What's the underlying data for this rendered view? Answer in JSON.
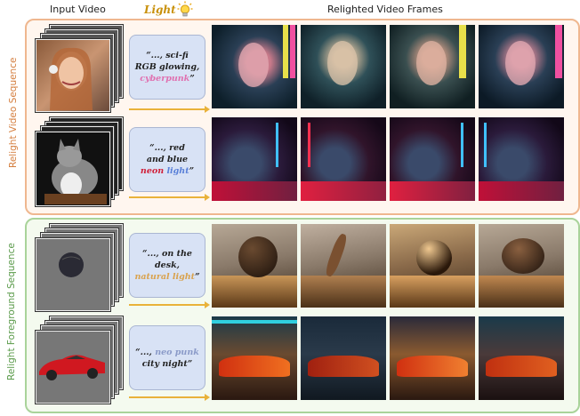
{
  "headers": {
    "input_video": "Input Video",
    "light": "Light",
    "relighted": "Relighted Video Frames"
  },
  "sections": [
    {
      "label": "Relight Video Sequence",
      "rows": [
        {
          "prompt": {
            "line1": "“..., sci-fi",
            "line2": "RGB glowing,",
            "colored": "cyberpunk",
            "end": "”"
          },
          "colors": {
            "accent": "#e070b0",
            "bg": "#0f2030"
          }
        },
        {
          "prompt": {
            "line1": "“..., red",
            "line2": "and blue",
            "colored_a": "neon",
            "colored_b": "light",
            "end": "”"
          },
          "colors": {
            "a": "#d0203a",
            "b": "#3a66c8",
            "bg": "#1a1530"
          }
        }
      ]
    },
    {
      "label": "Relight Foreground Sequence",
      "rows": [
        {
          "prompt": {
            "line1": "“..., on the desk,",
            "colored": "natural light",
            "end": "”"
          },
          "colors": {
            "accent": "#d9a24e",
            "bg": "#6a5a4a"
          }
        },
        {
          "prompt": {
            "line1": "“...,",
            "colored": "neo punk",
            "line2": "city night",
            "end": "”"
          },
          "colors": {
            "accent": "#8a9ac8",
            "bg": "#1a2a3a"
          }
        }
      ]
    }
  ]
}
